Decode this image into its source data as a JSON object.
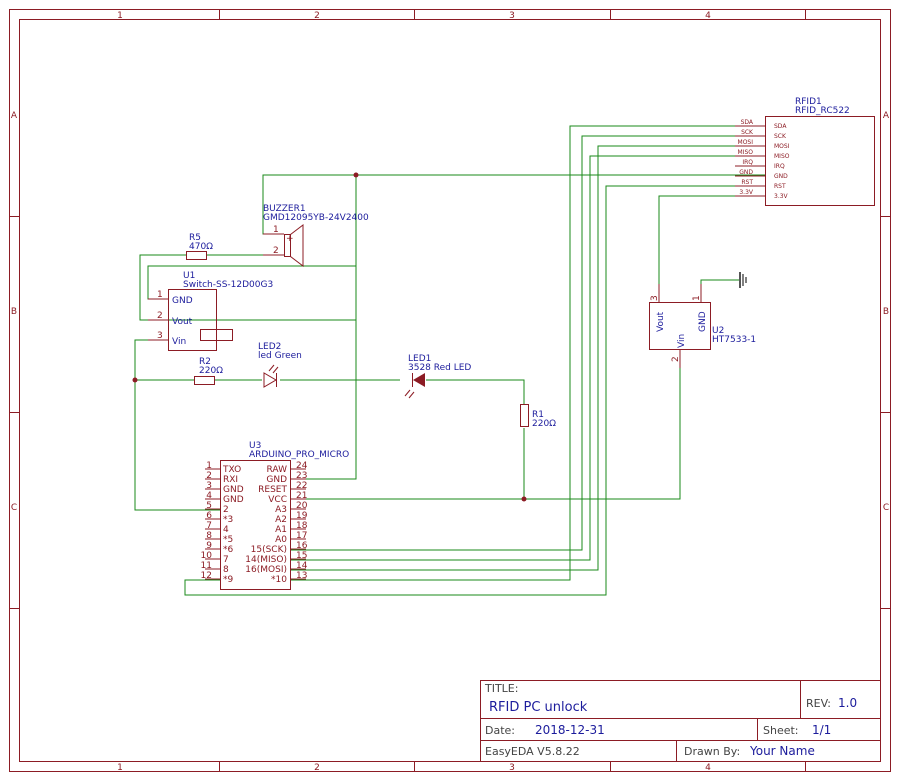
{
  "frame": {
    "columns": [
      "1",
      "2",
      "3",
      "4"
    ],
    "rows": [
      "A",
      "B",
      "C"
    ]
  },
  "components": {
    "rfid1": {
      "ref": "RFID1",
      "value": "RFID_RC522",
      "outside_labels": [
        "SDA",
        "SCK",
        "MOSI",
        "MISO",
        "IRQ",
        "GND",
        "RST",
        "3.3V"
      ],
      "inside_labels": [
        "SDA",
        "SCK",
        "MOSI",
        "MISO",
        "IRQ",
        "GND",
        "RST",
        "3.3V"
      ]
    },
    "buzzer1": {
      "ref": "BUZZER1",
      "value": "GMD12095YB-24V2400",
      "pin1": "1",
      "pin2": "2",
      "plus": "+"
    },
    "r5": {
      "ref": "R5",
      "value": "470Ω"
    },
    "u1": {
      "ref": "U1",
      "value": "Switch-SS-12D00G3",
      "pins": [
        {
          "num": "1",
          "label": "GND"
        },
        {
          "num": "2",
          "label": "Vout"
        },
        {
          "num": "3",
          "label": "Vin"
        }
      ]
    },
    "led2": {
      "ref": "LED2",
      "value": "led Green"
    },
    "r2": {
      "ref": "R2",
      "value": "220Ω"
    },
    "led1": {
      "ref": "LED1",
      "value": "3528 Red LED"
    },
    "r1": {
      "ref": "R1",
      "value": "220Ω"
    },
    "u2": {
      "ref": "U2",
      "value": "HT7533-1",
      "pins": [
        {
          "num": "3",
          "label": "Vout"
        },
        {
          "num": "1",
          "label": "GND"
        },
        {
          "num": "2",
          "label": "Vin"
        }
      ]
    },
    "u3": {
      "ref": "U3",
      "value": "ARDUINO_PRO_MICRO",
      "left_pins": [
        {
          "num": "1",
          "label": "TXO"
        },
        {
          "num": "2",
          "label": "RXI"
        },
        {
          "num": "3",
          "label": "GND"
        },
        {
          "num": "4",
          "label": "GND"
        },
        {
          "num": "5",
          "label": "2"
        },
        {
          "num": "6",
          "label": "*3"
        },
        {
          "num": "7",
          "label": "4"
        },
        {
          "num": "8",
          "label": "*5"
        },
        {
          "num": "9",
          "label": "*6"
        },
        {
          "num": "10",
          "label": "7"
        },
        {
          "num": "11",
          "label": "8"
        },
        {
          "num": "12",
          "label": "*9"
        }
      ],
      "right_pins": [
        {
          "num": "24",
          "label": "RAW"
        },
        {
          "num": "23",
          "label": "GND"
        },
        {
          "num": "22",
          "label": "RESET"
        },
        {
          "num": "21",
          "label": "VCC"
        },
        {
          "num": "20",
          "label": "A3"
        },
        {
          "num": "19",
          "label": "A2"
        },
        {
          "num": "18",
          "label": "A1"
        },
        {
          "num": "17",
          "label": "A0"
        },
        {
          "num": "16",
          "label": "15(SCK)"
        },
        {
          "num": "15",
          "label": "14(MISO)"
        },
        {
          "num": "14",
          "label": "16(MOSI)"
        },
        {
          "num": "13",
          "label": "*10"
        }
      ]
    }
  },
  "title_block": {
    "title_label": "TITLE:",
    "title": "RFID PC unlock",
    "rev_label": "REV:",
    "rev": "1.0",
    "date_label": "Date:",
    "date": "2018-12-31",
    "sheet_label": "Sheet:",
    "sheet": "1/1",
    "software": "EasyEDA V5.8.22",
    "drawn_label": "Drawn By:",
    "drawn": "Your Name"
  }
}
